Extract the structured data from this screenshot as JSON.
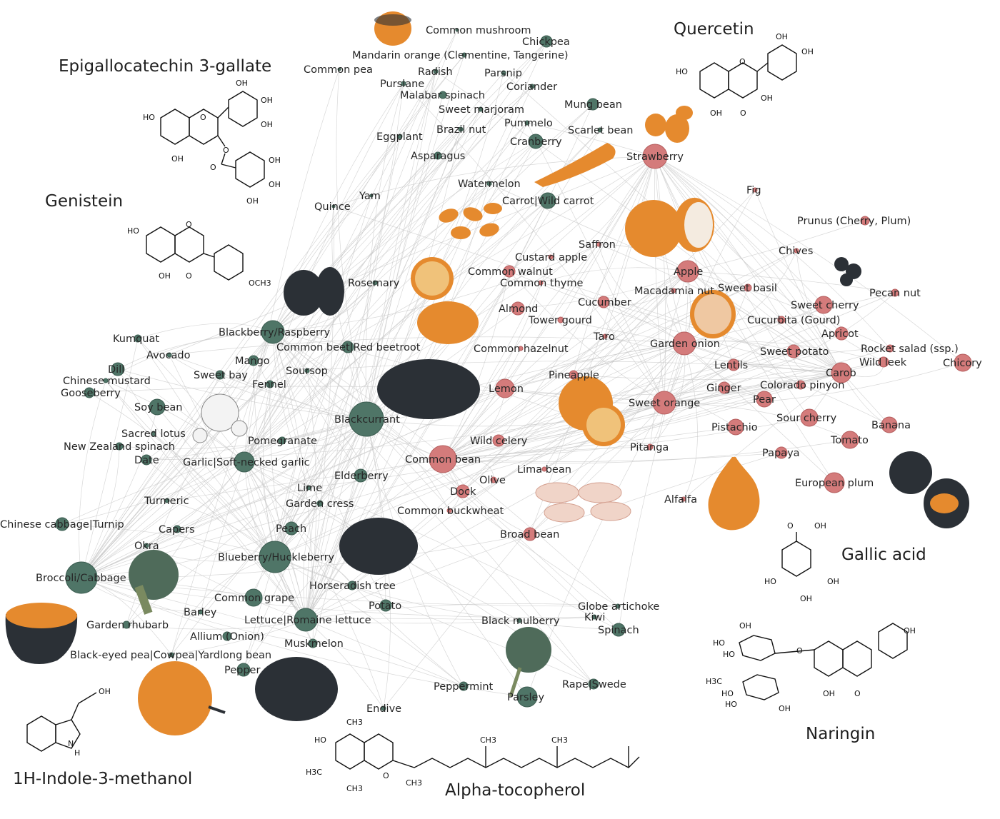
{
  "colors": {
    "green_node": "#4f7567",
    "green_stroke": "#3b5c50",
    "red_node": "#d47b7b",
    "red_stroke": "#b55e5e",
    "edge": "#c8c8c8",
    "orange_food": "#e58a2e",
    "dark_food": "#2b3036"
  },
  "compounds": {
    "egcg": "Epigallocatechin 3-gallate",
    "quercetin": "Quercetin",
    "genistein": "Genistein",
    "gallic": "Gallic acid",
    "naringin": "Naringin",
    "indole": "1H-Indole-3-methanol",
    "tocopherol": "Alpha-tocopherol"
  },
  "chem_labels": {
    "oh": "OH",
    "ho": "HO",
    "o": "O",
    "och3": "OCH3",
    "h3c": "H3C",
    "ch3": "CH3",
    "nh": "H",
    "n": "N"
  },
  "foods": [
    {
      "id": "common-mushroom",
      "label": "Common mushroom",
      "group": "green",
      "size": 2
    },
    {
      "id": "chickpea",
      "label": "Chickpea",
      "group": "green",
      "size": 8
    },
    {
      "id": "mandarin-orange",
      "label": "Mandarin orange (Clementine, Tangerine)",
      "group": "green",
      "size": 3
    },
    {
      "id": "common-pea",
      "label": "Common pea",
      "group": "green",
      "size": 2
    },
    {
      "id": "radish",
      "label": "Radish",
      "group": "green",
      "size": 3
    },
    {
      "id": "parsnip",
      "label": "Parsnip",
      "group": "green",
      "size": 3
    },
    {
      "id": "purslane",
      "label": "Purslane",
      "group": "green",
      "size": 3
    },
    {
      "id": "coriander",
      "label": "Coriander",
      "group": "green",
      "size": 3
    },
    {
      "id": "malabar-spinach",
      "label": "Malabar spinach",
      "group": "green",
      "size": 5
    },
    {
      "id": "mung-bean",
      "label": "Mung bean",
      "group": "green",
      "size": 8
    },
    {
      "id": "sweet-marjoram",
      "label": "Sweet marjoram",
      "group": "green",
      "size": 3
    },
    {
      "id": "brazil-nut",
      "label": "Brazil nut",
      "group": "green",
      "size": 3
    },
    {
      "id": "pummelo",
      "label": "Pummelo",
      "group": "green",
      "size": 3
    },
    {
      "id": "scarlet-bean",
      "label": "Scarlet bean",
      "group": "green",
      "size": 3
    },
    {
      "id": "eggplant",
      "label": "Eggplant",
      "group": "green",
      "size": 3
    },
    {
      "id": "cranberry",
      "label": "Cranberry",
      "group": "green",
      "size": 10
    },
    {
      "id": "asparagus",
      "label": "Asparagus",
      "group": "green",
      "size": 5
    },
    {
      "id": "watermelon",
      "label": "Watermelon",
      "group": "green",
      "size": 3
    },
    {
      "id": "yam",
      "label": "Yam",
      "group": "green",
      "size": 2
    },
    {
      "id": "quince",
      "label": "Quince",
      "group": "green",
      "size": 2
    },
    {
      "id": "carrot",
      "label": "Carrot|Wild carrot",
      "group": "green",
      "size": 11
    },
    {
      "id": "rosemary",
      "label": "Rosemary",
      "group": "green",
      "size": 3
    },
    {
      "id": "blackberry",
      "label": "Blackberry/Raspberry",
      "group": "green",
      "size": 16
    },
    {
      "id": "kumquat",
      "label": "Kumquat",
      "group": "green",
      "size": 5
    },
    {
      "id": "avocado",
      "label": "Avocado",
      "group": "green",
      "size": 3
    },
    {
      "id": "common-beet",
      "label": "Common beet|Red beetroot",
      "group": "green",
      "size": 8
    },
    {
      "id": "mango",
      "label": "Mango",
      "group": "green",
      "size": 7
    },
    {
      "id": "dill",
      "label": "Dill",
      "group": "green",
      "size": 9
    },
    {
      "id": "chinese-mustard",
      "label": "Chinese mustard",
      "group": "green",
      "size": 3
    },
    {
      "id": "sweet-bay",
      "label": "Sweet bay",
      "group": "green",
      "size": 6
    },
    {
      "id": "soursop",
      "label": "Soursop",
      "group": "green",
      "size": 3
    },
    {
      "id": "gooseberry",
      "label": "Gooseberry",
      "group": "green",
      "size": 7
    },
    {
      "id": "fennel",
      "label": "Fennel",
      "group": "green",
      "size": 5
    },
    {
      "id": "soy-bean",
      "label": "Soy bean",
      "group": "green",
      "size": 11
    },
    {
      "id": "blackcurrant",
      "label": "Blackcurrant",
      "group": "green",
      "size": 24
    },
    {
      "id": "sacred-lotus",
      "label": "Sacred lotus",
      "group": "green",
      "size": 3
    },
    {
      "id": "nz-spinach",
      "label": "New Zealand spinach",
      "group": "green",
      "size": 5
    },
    {
      "id": "pomegranate",
      "label": "Pomegranate",
      "group": "green",
      "size": 5
    },
    {
      "id": "date",
      "label": "Date",
      "group": "green",
      "size": 7
    },
    {
      "id": "garlic",
      "label": "Garlic|Soft-necked garlic",
      "group": "green",
      "size": 14
    },
    {
      "id": "elderberry",
      "label": "Elderberry",
      "group": "green",
      "size": 9
    },
    {
      "id": "lime",
      "label": "Lime",
      "group": "green",
      "size": 3
    },
    {
      "id": "turmeric",
      "label": "Turmeric",
      "group": "green",
      "size": 3
    },
    {
      "id": "garden-cress",
      "label": "Garden cress",
      "group": "green",
      "size": 4
    },
    {
      "id": "chinese-cabbage",
      "label": "Chinese cabbage|Turnip",
      "group": "green",
      "size": 9
    },
    {
      "id": "capers",
      "label": "Capers",
      "group": "green",
      "size": 5
    },
    {
      "id": "peach",
      "label": "Peach",
      "group": "green",
      "size": 9
    },
    {
      "id": "okra",
      "label": "Okra",
      "group": "green",
      "size": 3
    },
    {
      "id": "blueberry",
      "label": "Blueberry/Huckleberry",
      "group": "green",
      "size": 22
    },
    {
      "id": "broccoli",
      "label": "Broccoli/Cabbage",
      "group": "green",
      "size": 22
    },
    {
      "id": "horseradish-tree",
      "label": "Horseradish tree",
      "group": "green",
      "size": 6
    },
    {
      "id": "common-grape",
      "label": "Common grape",
      "group": "green",
      "size": 12
    },
    {
      "id": "potato",
      "label": "Potato",
      "group": "green",
      "size": 8
    },
    {
      "id": "barley",
      "label": "Barley",
      "group": "green",
      "size": 3
    },
    {
      "id": "lettuce",
      "label": "Lettuce|Romaine lettuce",
      "group": "green",
      "size": 16
    },
    {
      "id": "garden-rhubarb",
      "label": "Garden rhubarb",
      "group": "green",
      "size": 5
    },
    {
      "id": "allium",
      "label": "Allium (Onion)",
      "group": "green",
      "size": 6
    },
    {
      "id": "muskmelon",
      "label": "Muskmelon",
      "group": "green",
      "size": 6
    },
    {
      "id": "black-eyed-pea",
      "label": "Black-eyed pea|Cowpea|Yardlong bean",
      "group": "green",
      "size": 3
    },
    {
      "id": "pepper",
      "label": "Pepper",
      "group": "green",
      "size": 9
    },
    {
      "id": "globe-artichoke",
      "label": "Globe artichoke",
      "group": "green",
      "size": 3
    },
    {
      "id": "kiwi",
      "label": "Kiwi",
      "group": "green",
      "size": 3
    },
    {
      "id": "black-mulberry",
      "label": "Black mulberry",
      "group": "green",
      "size": 3
    },
    {
      "id": "spinach",
      "label": "Spinach",
      "group": "green",
      "size": 9
    },
    {
      "id": "peppermint",
      "label": "Peppermint",
      "group": "green",
      "size": 6
    },
    {
      "id": "parsley",
      "label": "Parsley",
      "group": "green",
      "size": 14
    },
    {
      "id": "rape-swede",
      "label": "Rape|Swede",
      "group": "green",
      "size": 7
    },
    {
      "id": "endive",
      "label": "Endive",
      "group": "green",
      "size": 3
    },
    {
      "id": "strawberry",
      "label": "Strawberry",
      "group": "red",
      "size": 17
    },
    {
      "id": "fig",
      "label": "Fig",
      "group": "red",
      "size": 3
    },
    {
      "id": "prunus",
      "label": "Prunus (Cherry, Plum)",
      "group": "red",
      "size": 6
    },
    {
      "id": "saffron",
      "label": "Saffron",
      "group": "red",
      "size": 3
    },
    {
      "id": "chives",
      "label": "Chives",
      "group": "red",
      "size": 3
    },
    {
      "id": "custard-apple",
      "label": "Custard apple",
      "group": "red",
      "size": 3
    },
    {
      "id": "common-walnut",
      "label": "Common walnut",
      "group": "red",
      "size": 8
    },
    {
      "id": "apple",
      "label": "Apple",
      "group": "red",
      "size": 15
    },
    {
      "id": "common-thyme",
      "label": "Common thyme",
      "group": "red",
      "size": 3
    },
    {
      "id": "macadamia",
      "label": "Macadamia nut",
      "group": "red",
      "size": 3
    },
    {
      "id": "sweet-basil",
      "label": "Sweet basil",
      "group": "red",
      "size": 5
    },
    {
      "id": "pecan",
      "label": "Pecan nut",
      "group": "red",
      "size": 5
    },
    {
      "id": "almond",
      "label": "Almond",
      "group": "red",
      "size": 9
    },
    {
      "id": "cucumber",
      "label": "Cucumber",
      "group": "red",
      "size": 8
    },
    {
      "id": "sweet-cherry",
      "label": "Sweet cherry",
      "group": "red",
      "size": 12
    },
    {
      "id": "tower-gourd",
      "label": "Tower gourd",
      "group": "red",
      "size": 4
    },
    {
      "id": "cucurbita",
      "label": "Cucurbita (Gourd)",
      "group": "red",
      "size": 5
    },
    {
      "id": "taro",
      "label": "Taro",
      "group": "red",
      "size": 3
    },
    {
      "id": "apricot",
      "label": "Apricot",
      "group": "red",
      "size": 9
    },
    {
      "id": "garden-onion",
      "label": "Garden onion",
      "group": "red",
      "size": 16
    },
    {
      "id": "common-hazelnut",
      "label": "Common hazelnut",
      "group": "red",
      "size": 3
    },
    {
      "id": "sweet-potato",
      "label": "Sweet potato",
      "group": "red",
      "size": 9
    },
    {
      "id": "rocket-salad",
      "label": "Rocket salad (ssp.)",
      "group": "red",
      "size": 5
    },
    {
      "id": "lentils",
      "label": "Lentils",
      "group": "red",
      "size": 8
    },
    {
      "id": "wild-leek",
      "label": "Wild leek",
      "group": "red",
      "size": 7
    },
    {
      "id": "chicory",
      "label": "Chicory",
      "group": "red",
      "size": 12
    },
    {
      "id": "pineapple",
      "label": "Pineapple",
      "group": "red",
      "size": 6
    },
    {
      "id": "carob",
      "label": "Carob",
      "group": "red",
      "size": 14
    },
    {
      "id": "colorado-pinyon",
      "label": "Colorado pinyon",
      "group": "red",
      "size": 6
    },
    {
      "id": "lemon",
      "label": "Lemon",
      "group": "red",
      "size": 13
    },
    {
      "id": "ginger",
      "label": "Ginger",
      "group": "red",
      "size": 8
    },
    {
      "id": "sweet-orange",
      "label": "Sweet orange",
      "group": "red",
      "size": 16
    },
    {
      "id": "pear",
      "label": "Pear",
      "group": "red",
      "size": 11
    },
    {
      "id": "sour-cherry",
      "label": "Sour cherry",
      "group": "red",
      "size": 12
    },
    {
      "id": "pistachio",
      "label": "Pistachio",
      "group": "red",
      "size": 11
    },
    {
      "id": "banana",
      "label": "Banana",
      "group": "red",
      "size": 11
    },
    {
      "id": "wild-celery",
      "label": "Wild celery",
      "group": "red",
      "size": 8
    },
    {
      "id": "tomato",
      "label": "Tomato",
      "group": "red",
      "size": 12
    },
    {
      "id": "common-bean",
      "label": "Common bean",
      "group": "red",
      "size": 19
    },
    {
      "id": "pitanga",
      "label": "Pitanga",
      "group": "red",
      "size": 4
    },
    {
      "id": "papaya",
      "label": "Papaya",
      "group": "red",
      "size": 8
    },
    {
      "id": "lima-bean",
      "label": "Lima bean",
      "group": "red",
      "size": 3
    },
    {
      "id": "olive",
      "label": "Olive",
      "group": "red",
      "size": 4
    },
    {
      "id": "dock",
      "label": "Dock",
      "group": "red",
      "size": 9
    },
    {
      "id": "european-plum",
      "label": "European plum",
      "group": "red",
      "size": 14
    },
    {
      "id": "alfalfa",
      "label": "Alfalfa",
      "group": "red",
      "size": 3
    },
    {
      "id": "common-buckwheat",
      "label": "Common buckwheat",
      "group": "red",
      "size": 3
    },
    {
      "id": "broad-bean",
      "label": "Broad bean",
      "group": "red",
      "size": 9
    }
  ]
}
